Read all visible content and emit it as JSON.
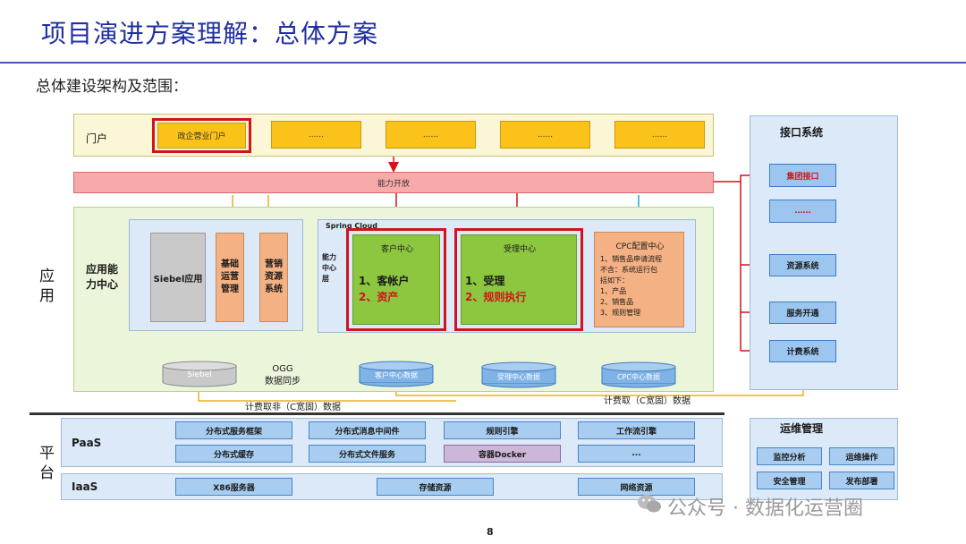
{
  "slide": {
    "title": "项目演进方案理解：总体方案",
    "subtitle": "总体建设架构及范围：",
    "page_number": "8",
    "watermark": "公众号 · 数据化运营圈"
  },
  "portal": {
    "label": "门户",
    "items": [
      "政企营业门户",
      "......",
      "......",
      "......",
      "......"
    ]
  },
  "capability_bar": {
    "label": "能力开放"
  },
  "app_section": {
    "side_label": "应\n用",
    "center_label": "应用能\n力中心",
    "siebel_app": "Siebel应用",
    "basic_ops": "基础\n运营\n管理",
    "marketing": "营销\n资源\n系统",
    "spring_cloud": "Spring Cloud",
    "capability_layer": "能力\n中心\n层",
    "customer_center": {
      "title": "客户中心",
      "item1": "1、客帐户",
      "item2": "2、资产"
    },
    "acceptance_center": {
      "title": "受理中心",
      "item1": "1、受理",
      "item2": "2、规则执行"
    },
    "cpc_center": {
      "title": "CPC配置中心",
      "desc": "1、销售品申请流程\n不含：系统运行包\n括如下：\n1、产品\n2、销售品\n3、规则管理"
    },
    "db_siebel": "Siebel",
    "db_customer": "客户中心数据",
    "db_acceptance": "受理中心数据",
    "db_cpc": "CPC中心数据",
    "ogg_label": "OGG\n数据同步",
    "billing_noncbroad": "计费取非（C宽固）数据",
    "billing_cbroad": "计费取（C宽固）数据"
  },
  "interface": {
    "title": "接口系统",
    "items": [
      "集团接口",
      "……",
      "资源系统",
      "服务开通",
      "计费系统"
    ]
  },
  "platform": {
    "side_label": "平\n台",
    "paas_label": "PaaS",
    "iaas_label": "IaaS",
    "paas_row1": [
      "分布式服务框架",
      "分布式消息中间件",
      "规则引擎",
      "工作流引擎"
    ],
    "paas_row2": [
      "分布式缓存",
      "分布式文件服务",
      "容器Docker",
      "..."
    ],
    "iaas_items": [
      "X86服务器",
      "存储资源",
      "网络资源"
    ]
  },
  "ops": {
    "title": "运维管理",
    "items": [
      "监控分析",
      "运维操作",
      "安全管理",
      "发布部署"
    ]
  },
  "colors": {
    "title": "#1f2fa0",
    "highlight": "#d0141a",
    "portal_item": "#fbc21a",
    "center_green": "#8dc63f",
    "cpc_orange": "#f4b183",
    "capability_bar": "#f8a9a9"
  }
}
